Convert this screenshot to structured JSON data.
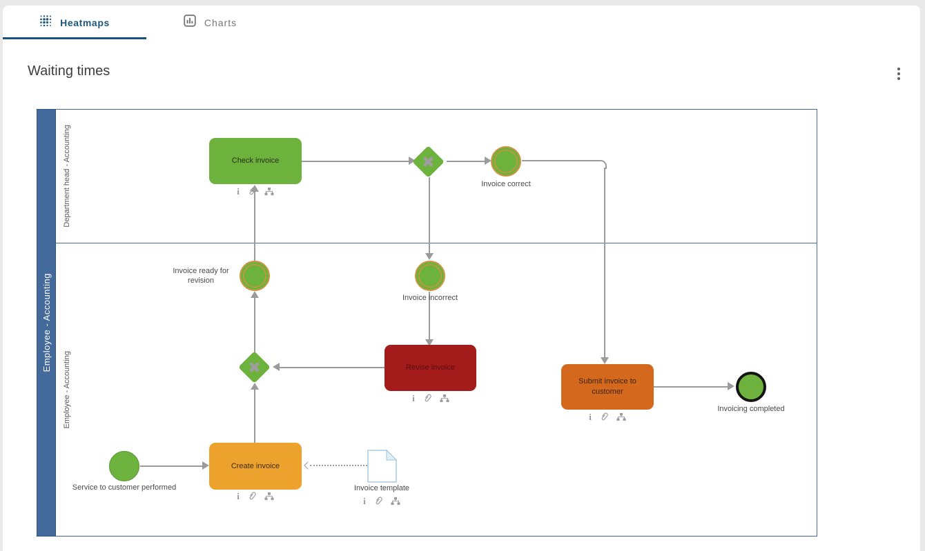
{
  "tabs": {
    "heatmaps": "Heatmaps",
    "charts": "Charts"
  },
  "page": {
    "title": "Waiting times"
  },
  "colors": {
    "accent_blue": "#1b567e",
    "pool_blue": "#44699b",
    "green": "#6cb23c",
    "event_ring_orange": "#ce9440",
    "dark_red": "#a41b1b",
    "orange": "#d4691e",
    "amber": "#eda22e",
    "edge_gray": "#9b9b9b"
  },
  "icons": {
    "heatmaps_tab": "dot-grid-heatmap-icon",
    "charts_tab": "bar-chart-icon",
    "menu": "kebab-menu-icon",
    "task_badges": [
      "info-icon",
      "attachment-icon",
      "hierarchy-icon"
    ]
  },
  "diagram": {
    "pool_label": "Employee - Accounting",
    "lanes": {
      "top": "Department head - Accounting",
      "bottom": "Employee - Accounting"
    },
    "tasks": {
      "check": {
        "label": "Check invoice"
      },
      "revise": {
        "label": "Revise invoice"
      },
      "submit": {
        "label": "Submit invoice to customer"
      },
      "create": {
        "label": "Create invoice"
      }
    },
    "events": {
      "invoice_correct": {
        "label": "Invoice correct"
      },
      "invoice_incorrect": {
        "label": "Invoice incorrect"
      },
      "invoice_ready": {
        "label": "Invoice ready for revision"
      },
      "start": {
        "label": "Service to customer performed"
      },
      "end": {
        "label": "Invoicing completed"
      }
    },
    "data_objects": {
      "invoice_template": {
        "label": "Invoice template"
      }
    }
  }
}
